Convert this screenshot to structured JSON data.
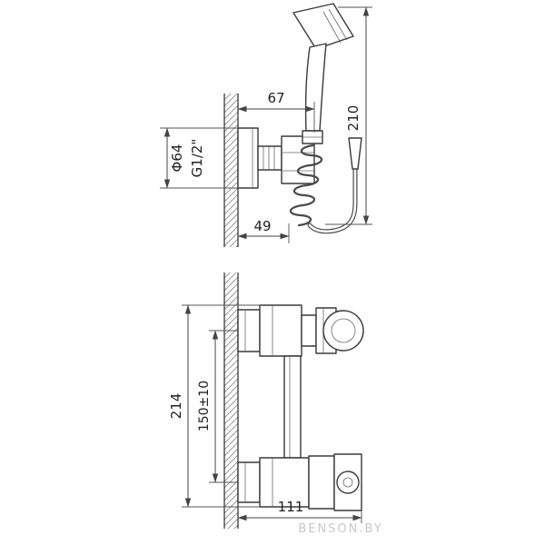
{
  "drawing": {
    "watermark": "BENSON.BY",
    "views": {
      "top": {
        "dims": {
          "offset_wall": "67",
          "total_height": "210",
          "flange_diameter": "Φ64",
          "thread": "G1/2\"",
          "hose_offset": "49"
        }
      },
      "bottom": {
        "dims": {
          "total_height": "214",
          "center_distance": "150±10",
          "width": "111"
        }
      }
    }
  }
}
